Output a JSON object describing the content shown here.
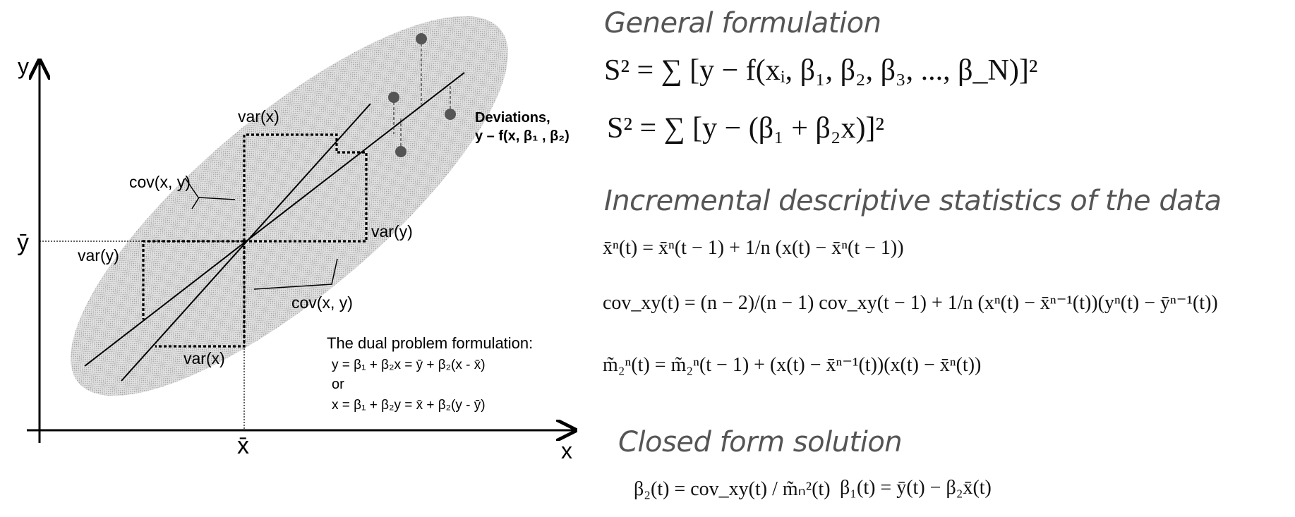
{
  "diagram": {
    "axis_y": "y",
    "axis_x": "x",
    "ybar": "ȳ",
    "xbar": "x̄",
    "var_x_top": "var(x)",
    "var_x_bottom": "var(x)",
    "var_y_left": "var(y)",
    "var_y_right": "var(y)",
    "cov_top": "cov(x, y)",
    "cov_bottom": "cov(x, y)",
    "deviations_line1": "Deviations,",
    "deviations_line2": "y – f(x, β₁ , β₂)",
    "dual_title": "The dual problem formulation:",
    "dual_eq1": "y = β₁ + β₂x =  ȳ + β₂(x - x̄)",
    "dual_or": "or",
    "dual_eq2": "x = β₁ + β₂y =  x̄ + β₂(y - ȳ)"
  },
  "sections": {
    "general": "General formulation",
    "incremental": "Incremental descriptive statistics of the data",
    "closed": "Closed form solution"
  },
  "formulas": {
    "s2_general": "S² = ∑ [y − f(xᵢ, β₁, β₂, β₃, ..., β_N)]²",
    "s2_linear": "S² = ∑ [y − (β₁ + β₂x)]²",
    "mean_update": "x̄ⁿ(t) = x̄ⁿ(t − 1) + 1/n (x(t) − x̄ⁿ(t − 1))",
    "cov_update": "cov_xy(t) = (n − 2)/(n − 1) cov_xy(t − 1) + 1/n (xⁿ(t) − x̄ⁿ⁻¹(t))(yⁿ(t) − ȳⁿ⁻¹(t))",
    "m2_update": "m̃₂ⁿ(t) = m̃₂ⁿ(t − 1) + (x(t) − x̄ⁿ⁻¹(t))(x(t) − x̄ⁿ(t))",
    "beta2": "β₂(t) = cov_xy(t) / m̃ₙ²(t)",
    "beta1": "β₁(t) = ȳ(t) − β₂x̄(t)"
  }
}
